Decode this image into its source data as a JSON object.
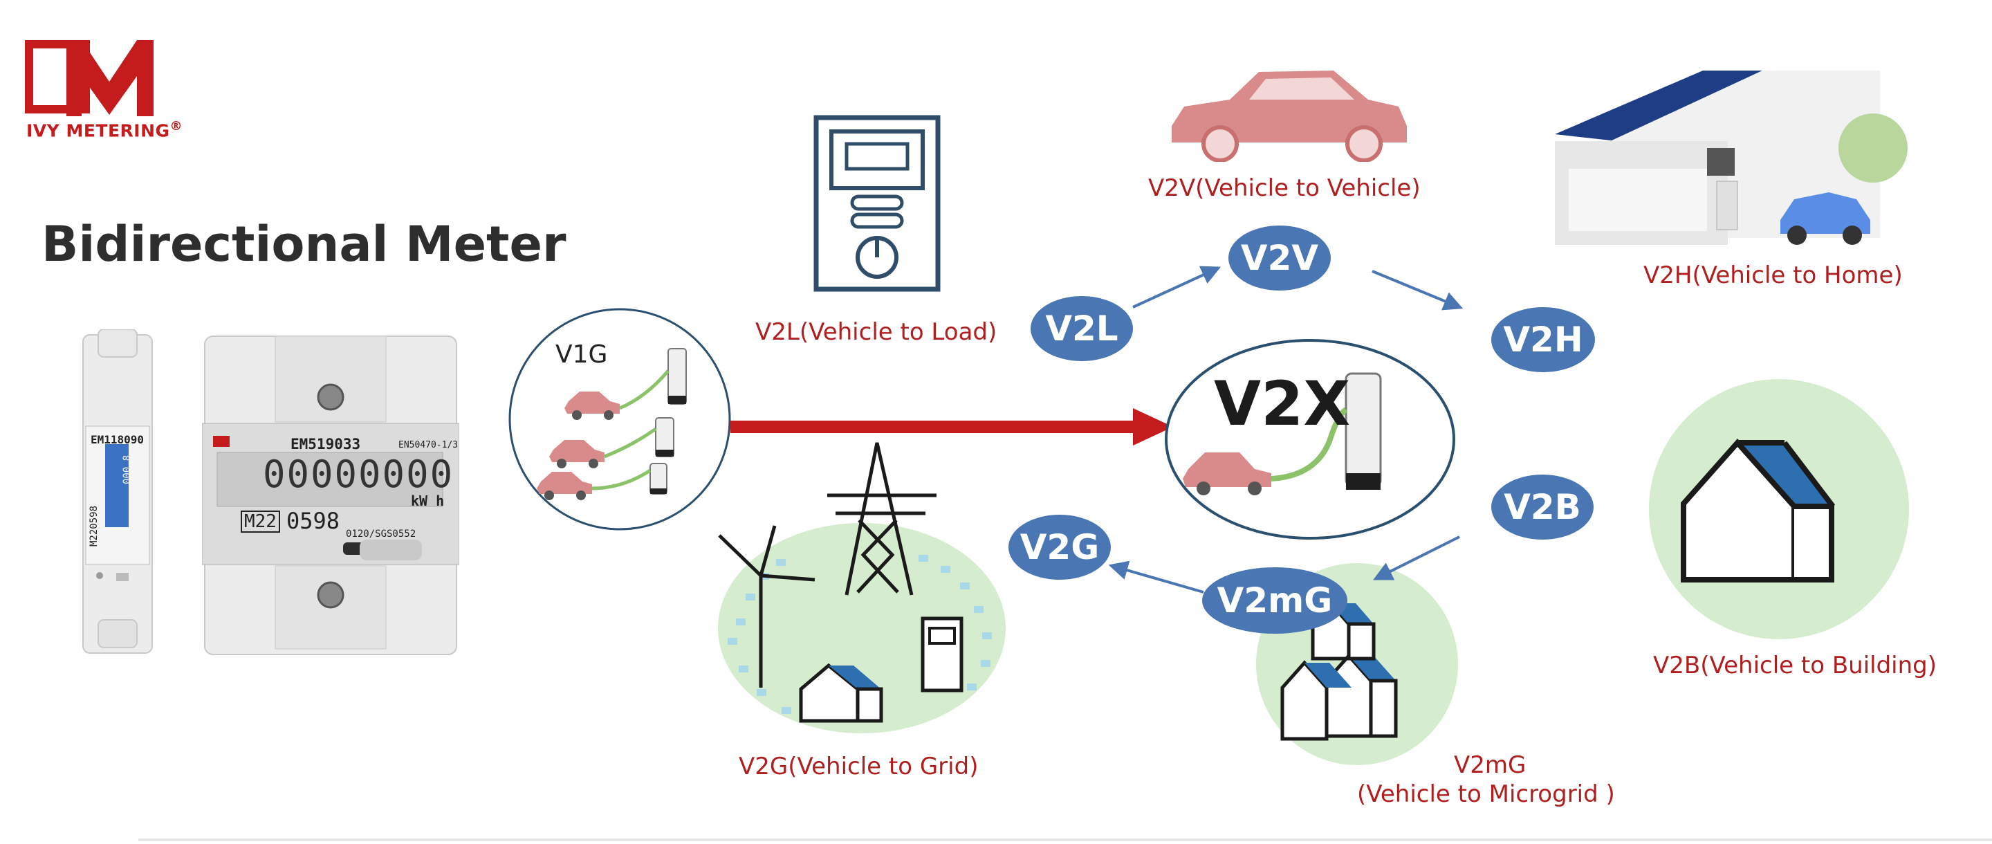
{
  "brand": {
    "name": "IVY METERING",
    "reg": "®",
    "logo_color": "#c41c1c"
  },
  "title": "Bidirectional Meter",
  "meters": {
    "small": {
      "model": "EM118090",
      "code": "M220598",
      "display": "000.8"
    },
    "large": {
      "model": "EM519033",
      "standard": "EN50470-1/3",
      "display": "00000000",
      "unit": "kW h",
      "cert": "M22",
      "cert_num": "0598",
      "cert_ref": "0120/SGS0552"
    }
  },
  "hub": {
    "label": "V2X"
  },
  "modes": {
    "v1g": "V1G",
    "v2l": {
      "badge": "V2L",
      "caption": "V2L(Vehicle to Load)"
    },
    "v2v": {
      "badge": "V2V",
      "caption": "V2V(Vehicle to Vehicle)"
    },
    "v2h": {
      "badge": "V2H",
      "caption": "V2H(Vehicle to Home)"
    },
    "v2b": {
      "badge": "V2B",
      "caption": "V2B(Vehicle to Building)"
    },
    "v2mg": {
      "badge": "V2mG",
      "caption_line1": "V2mG",
      "caption_line2": "(Vehicle to Microgrid )"
    },
    "v2g": {
      "badge": "V2G",
      "caption": "V2G(Vehicle to Grid)"
    }
  },
  "colors": {
    "badge": "#4a76b3",
    "caption": "#b01f1f",
    "arrow_main": "#c41c1c",
    "arrow_small": "#4a76b3",
    "green_bg": "#d6ecce",
    "car": "#d98a8a",
    "house_roof": "#2e6fb0"
  }
}
